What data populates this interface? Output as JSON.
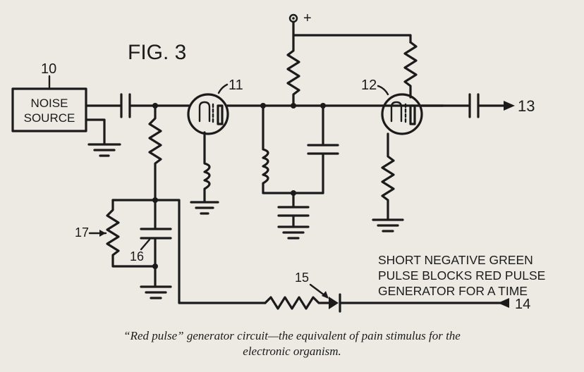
{
  "figure_title": "FIG. 3",
  "supply_label": "+",
  "components": {
    "noise_source": {
      "ref": "10",
      "line1": "NOISE",
      "line2": "SOURCE"
    },
    "tube_1": {
      "ref": "11"
    },
    "tube_2": {
      "ref": "12"
    },
    "output": {
      "ref": "13"
    },
    "input": {
      "ref": "14"
    },
    "diode": {
      "ref": "15"
    },
    "capacitor_16": {
      "ref": "16"
    },
    "resistor_17": {
      "ref": "17"
    }
  },
  "note": {
    "line1": "SHORT NEGATIVE GREEN",
    "line2": "PULSE BLOCKS RED PULSE",
    "line3": "GENERATOR FOR A TIME"
  },
  "caption": {
    "line1": "“Red pulse” generator circuit—the equivalent of pain stimulus for the",
    "line2": "electronic organism."
  }
}
